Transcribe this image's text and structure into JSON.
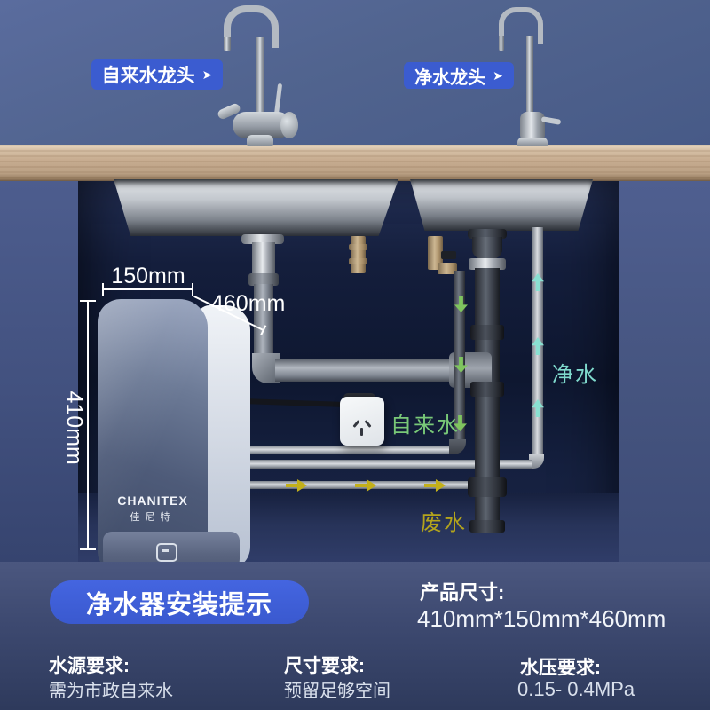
{
  "faucet_labels": {
    "tap": "自来水龙头",
    "pure": "净水龙头",
    "arrow": "➤"
  },
  "dimension_labels": {
    "width": "150mm",
    "depth": "460mm",
    "height": "410mm"
  },
  "flow_labels": {
    "tap_water": "自来水",
    "purified_water": "净水",
    "waste_water": "废水"
  },
  "device": {
    "brand_en": "CHANITEX",
    "brand_cn": "佳尼特"
  },
  "info_panel": {
    "banner": "净水器安装提示",
    "product_size_label": "产品尺寸:",
    "product_size_value": "410mm*150mm*460mm",
    "requirements": [
      {
        "label": "水源要求:",
        "value": "需为市政自来水"
      },
      {
        "label": "尺寸要求:",
        "value": "预留足够空间"
      },
      {
        "label": "水压要求:",
        "value": "0.15- 0.4MPa"
      }
    ]
  },
  "colors": {
    "accent_blue": "#3b5cd0",
    "banner_blue": "#3f5ed8",
    "tap_flow_green": "#7fc45f",
    "purified_flow_cyan": "#8ae0d2",
    "waste_flow_yellow": "#c3b01b",
    "wall_blue": "#51648f",
    "cabinet_navy": "#131d3b",
    "countertop_wood": "#c7ac90"
  }
}
